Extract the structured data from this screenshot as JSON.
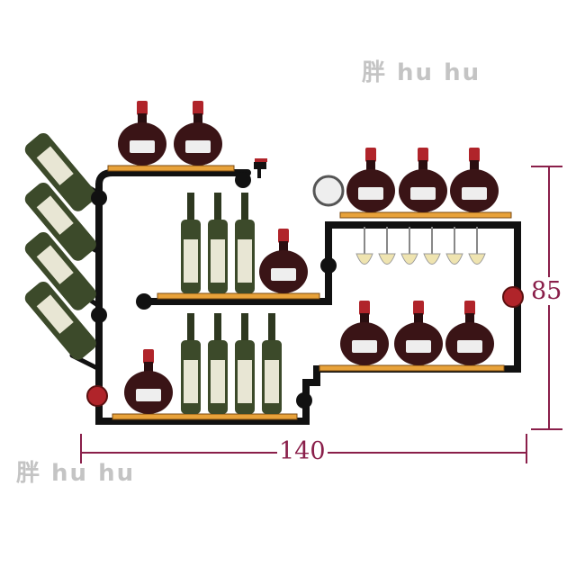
{
  "watermark": {
    "text": "胖 hu hu"
  },
  "dimensions": {
    "height_label": "85",
    "width_label": "140",
    "line_color": "#8a1f4a"
  },
  "colors": {
    "pipe": "#111111",
    "shelf": "#e8a23a",
    "valve": "#b0242a",
    "bottle_green": "#3c4a2a",
    "jug": "#3a1416"
  }
}
